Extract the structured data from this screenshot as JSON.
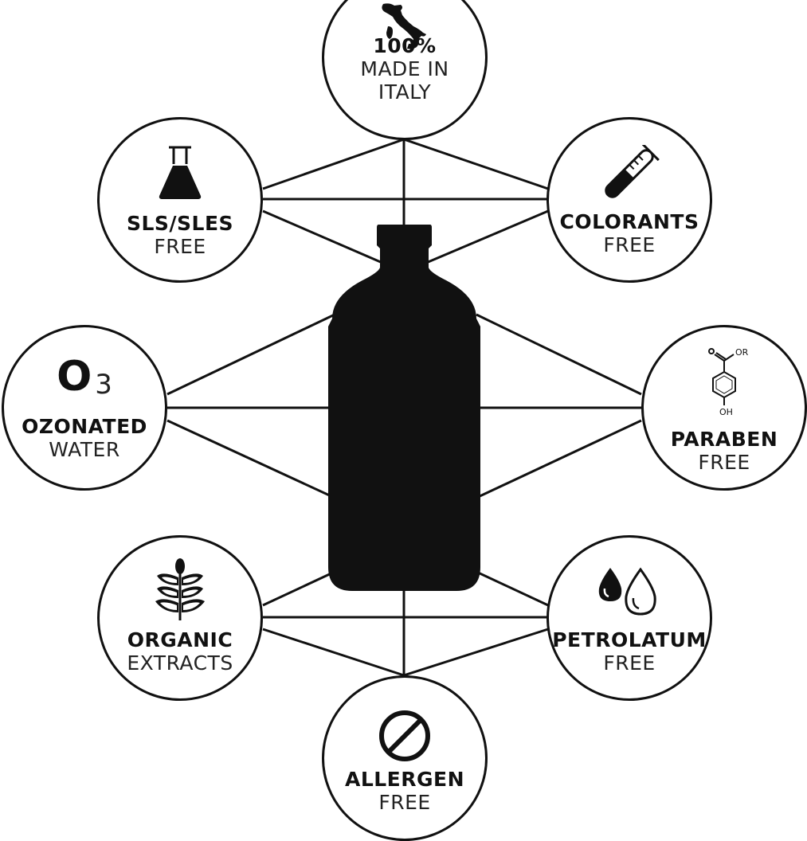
{
  "badges": {
    "italy": {
      "line1": "100%",
      "line2": "MADE IN",
      "line3": "ITALY",
      "icon": "italy-map-icon"
    },
    "sls": {
      "line1": "SLS/SLES",
      "line2": "FREE",
      "icon": "flask-icon"
    },
    "colorants": {
      "line1": "COLORANTS",
      "line2": "FREE",
      "icon": "test-tube-icon"
    },
    "ozonated": {
      "symbol": "O",
      "subscript": "3",
      "line1": "OZONATED",
      "line2": "WATER",
      "icon": "ozone-symbol-icon"
    },
    "paraben": {
      "line1": "PARABEN",
      "line2": "FREE",
      "chem_top": "OR",
      "chem_bottom": "OH",
      "icon": "paraben-molecule-icon"
    },
    "organic": {
      "line1": "ORGANIC",
      "line2": "EXTRACTS",
      "icon": "wheat-icon"
    },
    "petrolatum": {
      "line1": "PETROLATUM",
      "line2": "FREE",
      "icon": "drops-icon"
    },
    "allergen": {
      "line1": "ALLERGEN",
      "line2": "FREE",
      "icon": "prohibited-icon"
    }
  },
  "colors": {
    "ink": "#111111",
    "background": "#ffffff"
  }
}
